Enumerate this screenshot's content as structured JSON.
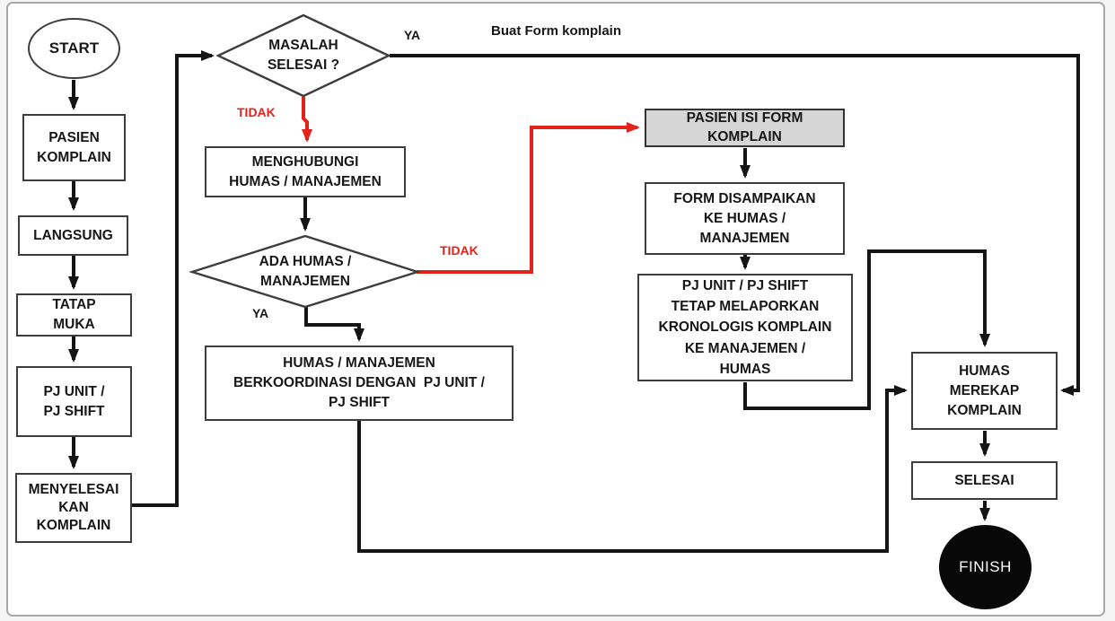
{
  "flowchart": {
    "nodes": {
      "start": "START",
      "pasien_komplain": "PASIEN\nKOMPLAIN",
      "langsung": "LANGSUNG",
      "tatap_muka": "TATAP\nMUKA",
      "pj_unit_shift": "PJ UNIT /\nPJ SHIFT",
      "menyelesaikan_komplain": "MENYELESAI\nKAN\nKOMPLAIN",
      "masalah_selesai": "MASALAH\nSELESAI ?",
      "menghubungi_humas": "MENGHUBUNGI\nHUMAS / MANAJEMEN",
      "ada_humas": "ADA HUMAS /\nMANAJEMEN",
      "humas_berkoordinasi": "HUMAS / MANAJEMEN\nBERKOORDINASI DENGAN  PJ UNIT /\nPJ SHIFT",
      "pasien_isi_form": "PASIEN ISI FORM\nKOMPLAIN",
      "form_disampaikan": "FORM DISAMPAIKAN\nKE HUMAS /\nMANAJEMEN",
      "pj_tetap_melaporkan": "PJ UNIT / PJ SHIFT\nTETAP MELAPORKAN\nKRONOLOGIS KOMPLAIN\nKE MANAJEMEN /\nHUMAS",
      "humas_merekap": "HUMAS\nMEREKAP\nKOMPLAIN",
      "selesai": "SELESAI",
      "finish": "FINISH"
    },
    "edge_labels": {
      "ya_masalah": "YA",
      "buat_form_komplain": "Buat Form komplain",
      "tidak_masalah": "TIDAK",
      "tidak_ada_humas": "TIDAK",
      "ya_ada_humas": "YA"
    },
    "colors": {
      "line_black": "#151515",
      "line_red": "#e2231a",
      "node_border": "#3d3d3d",
      "node_fill_gray": "#d6d6d6",
      "finish_fill": "#080808",
      "frame_border": "#a8a8a8"
    }
  }
}
